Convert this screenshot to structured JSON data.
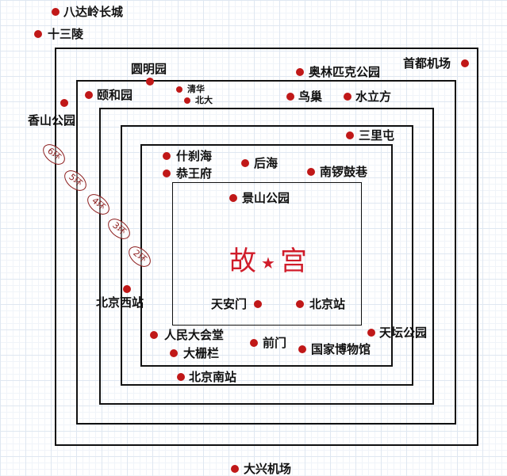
{
  "rings": [
    "6环",
    "5环",
    "4环",
    "3环",
    "2环"
  ],
  "center": {
    "left": "故",
    "star": "★",
    "right": "宫"
  },
  "places": [
    "八达岭长城",
    "十三陵",
    "首都机场",
    "圆明园",
    "奥林匹克公园",
    "颐和园",
    "清华",
    "北大",
    "鸟巢",
    "水立方",
    "香山公园",
    "三里屯",
    "什刹海",
    "后海",
    "恭王府",
    "南锣鼓巷",
    "景山公园",
    "天安门",
    "北京站",
    "北京西站",
    "人民大会堂",
    "天坛公园",
    "前门",
    "大栅栏",
    "国家博物馆",
    "北京南站",
    "大兴机场"
  ],
  "colors": {
    "dot": "#c01818",
    "ring_label": "#8b1a1a",
    "palace": "#d01c2a"
  }
}
